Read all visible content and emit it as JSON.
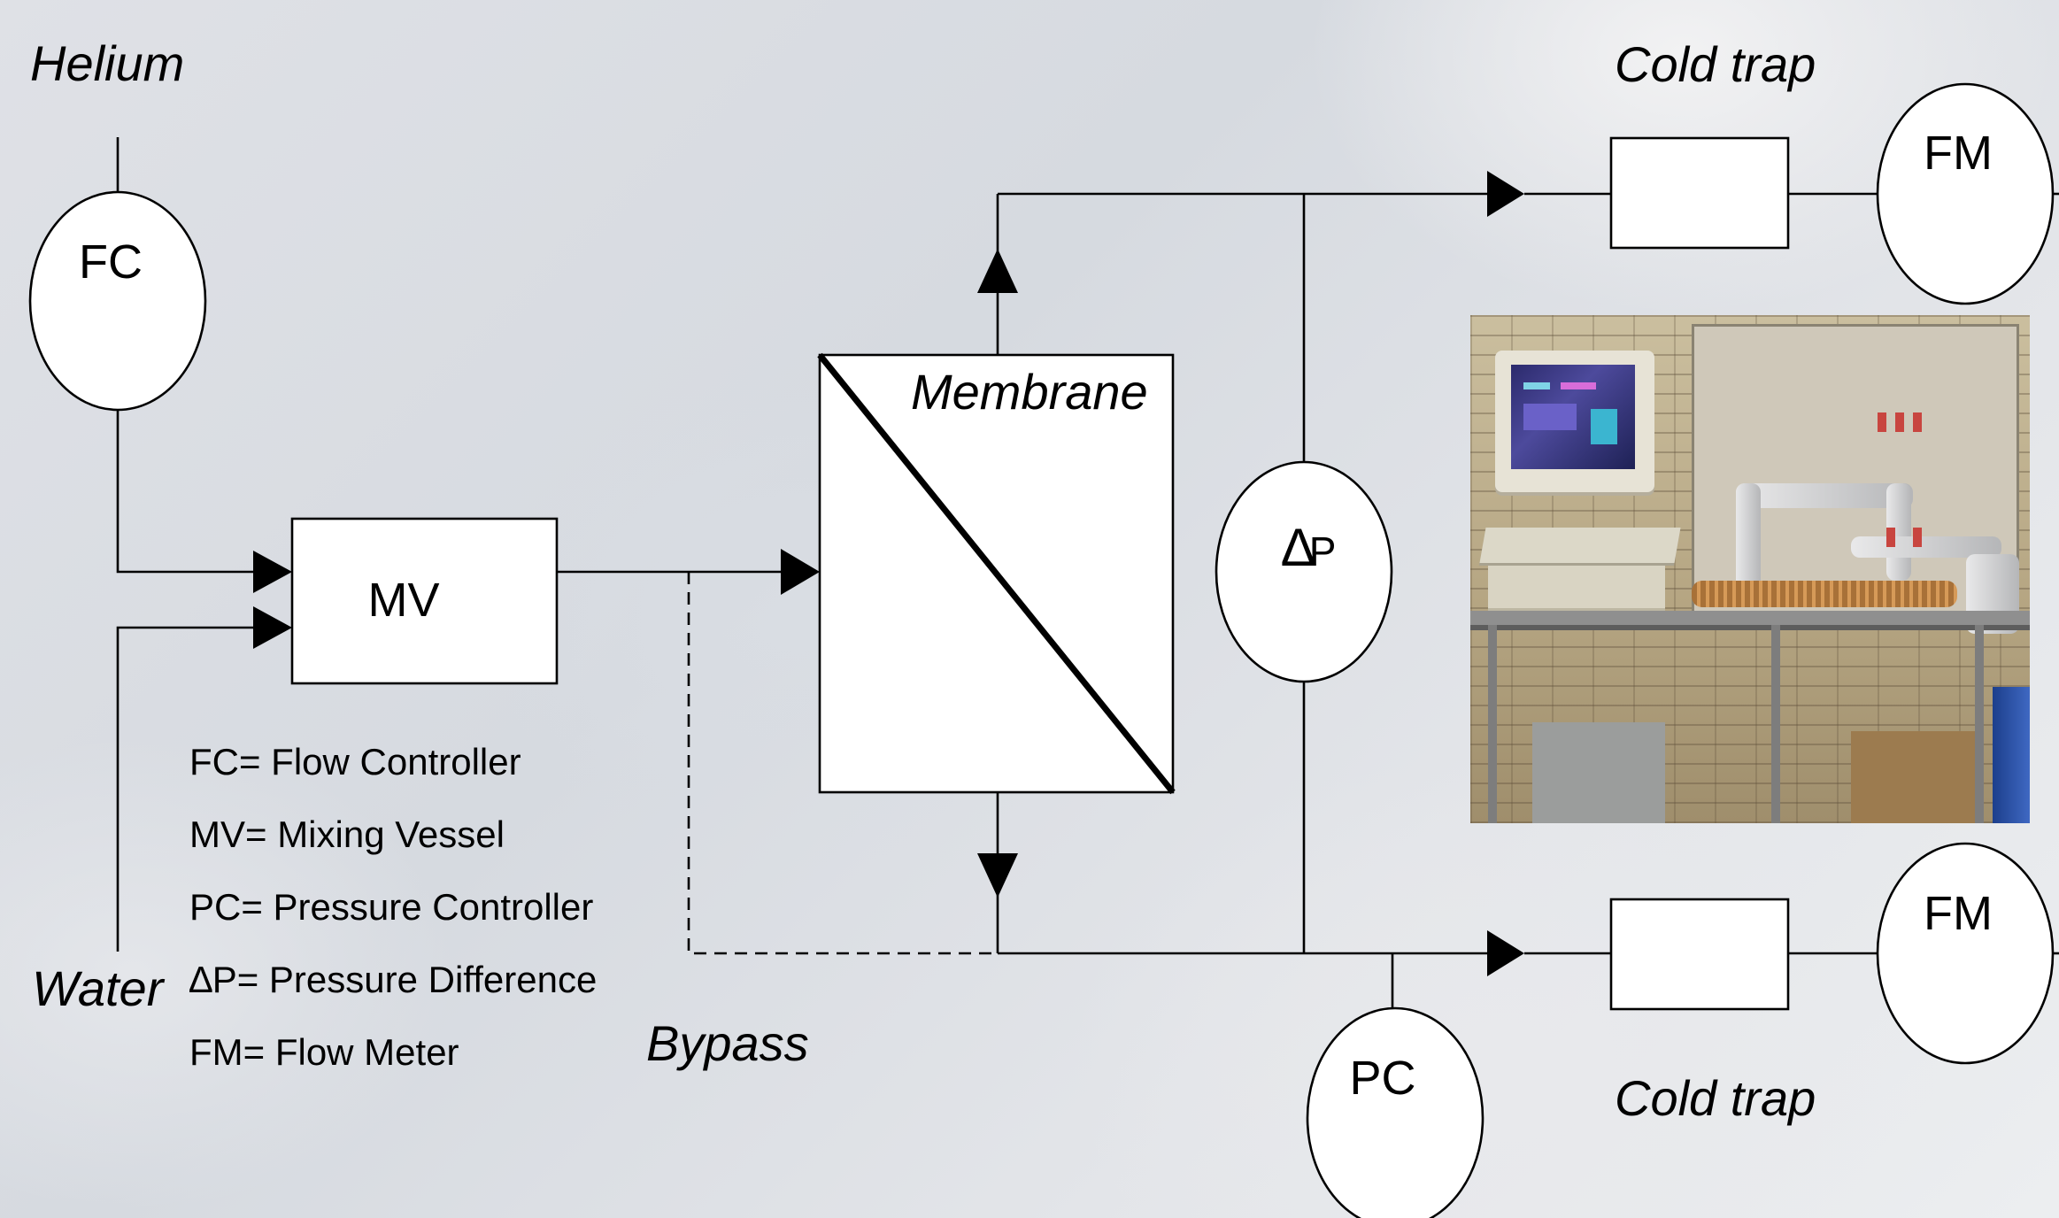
{
  "labels": {
    "helium": "Helium",
    "water": "Water",
    "membrane": "Membrane",
    "bypass": "Bypass",
    "cold_trap_top": "Cold trap",
    "cold_trap_bottom": "Cold trap"
  },
  "nodes": {
    "fc": "FC",
    "mv": "MV",
    "dp_delta": "Δ",
    "dp_p": "P",
    "pc": "PC",
    "fm_top": "FM",
    "fm_bottom": "FM"
  },
  "legend": [
    "FC= Flow Controller",
    "MV= Mixing Vessel",
    "PC= Pressure Controller",
    "∆P= Pressure Difference",
    "FM= Flow Meter"
  ],
  "icons": {
    "photo": "lab-apparatus-photo"
  }
}
